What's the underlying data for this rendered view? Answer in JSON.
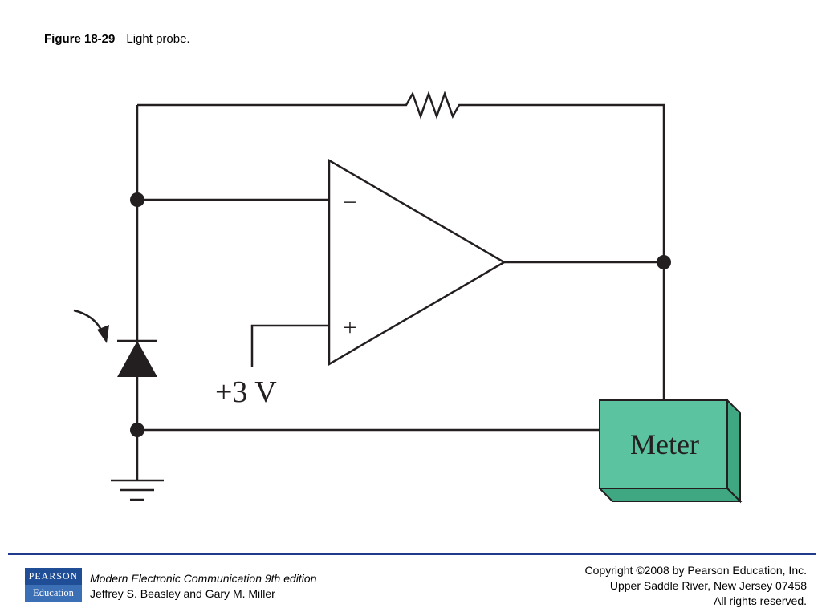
{
  "caption": {
    "figure_number": "Figure 18-29",
    "title": "Light probe."
  },
  "circuit": {
    "opamp_inverting_sign": "−",
    "opamp_noninverting_sign": "+",
    "supply_label": "+3 V",
    "meter_label": "Meter",
    "meter_color": "#5cc3a0"
  },
  "footer": {
    "logo_top": "PEARSON",
    "logo_bottom": "Education",
    "book_title": "Modern Electronic Communication 9th edition",
    "authors": "Jeffrey S. Beasley and Gary M. Miller",
    "copyright_line1": "Copyright ©2008 by Pearson Education, Inc.",
    "copyright_line2": "Upper Saddle River, New Jersey 07458",
    "copyright_line3": "All rights reserved."
  }
}
